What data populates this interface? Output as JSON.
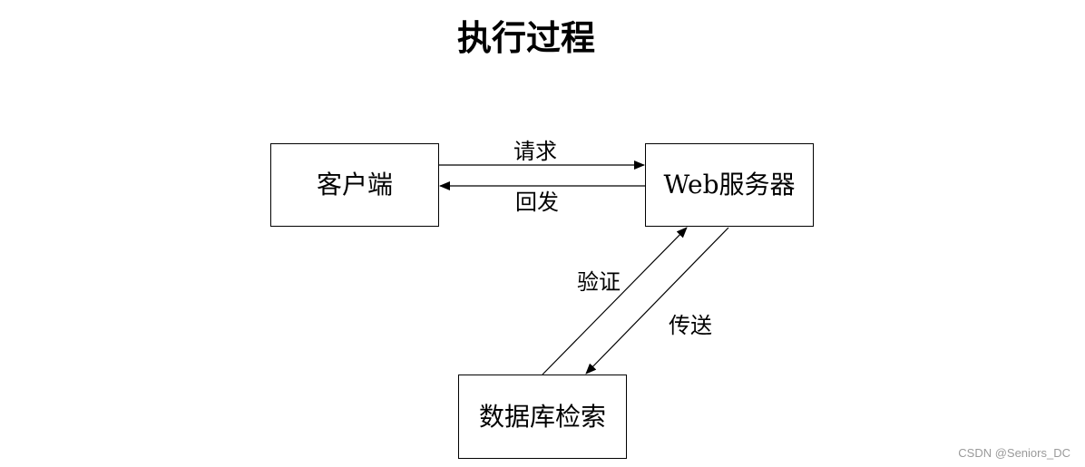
{
  "title": "执行过程",
  "nodes": {
    "client": "客户端",
    "server": "Web服务器",
    "database": "数据库检索"
  },
  "edges": {
    "request": "请求",
    "reply": "回发",
    "verify": "验证",
    "transmit": "传送"
  },
  "watermark": "CSDN @Seniors_DC"
}
